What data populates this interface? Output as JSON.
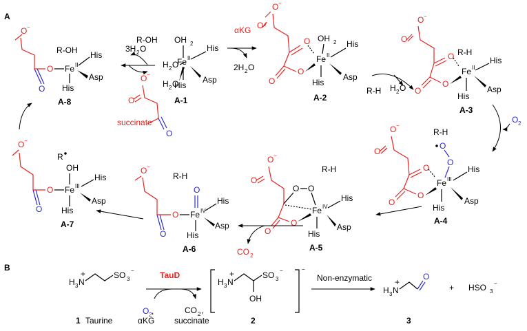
{
  "panel_a": {
    "label": "A",
    "A1": {
      "label": "A-1",
      "fe": "Fe",
      "ox": "II",
      "l1": "OH",
      "l1s": "2",
      "l2": "H",
      "l2s": "2",
      "l2b": "O",
      "l3": "H",
      "l3s": "2",
      "l3b": "O",
      "his1": "His",
      "his2": "His",
      "asp": "Asp"
    },
    "A2": {
      "label": "A-2",
      "fe": "Fe",
      "ox": "II",
      "oh": "OH",
      "ohs": "2",
      "his1": "His",
      "his2": "His",
      "asp": "Asp",
      "o1": "O",
      "o2": "O",
      "o3": "O",
      "o4": "O",
      "o5": "O"
    },
    "A3": {
      "label": "A-3",
      "fe": "Fe",
      "ox": "II",
      "rh": "R-H",
      "his1": "His",
      "his2": "His",
      "asp": "Asp",
      "o1": "O",
      "o2": "O",
      "o3": "O",
      "o4": "O",
      "o5": "O"
    },
    "A4": {
      "label": "A-4",
      "fe": "Fe",
      "ox": "III",
      "rh": "R-H",
      "his1": "His",
      "his2": "His",
      "asp": "Asp",
      "o1": "O",
      "o2": "O",
      "o3": "O",
      "o4": "O",
      "o5": "O",
      "o6": "O",
      "o7": "O"
    },
    "A5": {
      "label": "A-5",
      "fe": "Fe",
      "ox": "IV",
      "rh": "R-H",
      "his1": "His",
      "his2": "His",
      "asp": "Asp",
      "o1": "O",
      "o2": "O",
      "o3": "O",
      "o4": "O",
      "o5": "O",
      "o6": "O"
    },
    "A6": {
      "label": "A-6",
      "fe": "Fe",
      "ox": "IV",
      "rh": "R-H",
      "his1": "His",
      "his2": "His",
      "asp": "Asp",
      "o1": "O",
      "o2": "O",
      "o3": "O",
      "o4": "O"
    },
    "A7": {
      "label": "A-7",
      "fe": "Fe",
      "ox": "III",
      "r": "R",
      "oh": "OH",
      "his1": "His",
      "his2": "His",
      "asp": "Asp",
      "o1": "O",
      "o2": "O",
      "o3": "O"
    },
    "A8": {
      "label": "A-8",
      "fe": "Fe",
      "ox": "II",
      "roh": "R-OH",
      "his1": "His",
      "his2": "His",
      "asp": "Asp",
      "o1": "O",
      "o2": "O",
      "o3": "O"
    },
    "arrows": {
      "w3h2o": "3H",
      "w3h2o_s": "2",
      "w3h2o_o": "O",
      "roh": "R-OH",
      "akg": "αKG",
      "w2h2o": "2H",
      "w2h2o_s": "2",
      "w2h2o_o": "O",
      "rh": "R-H",
      "h2o": "H",
      "h2o_s": "2",
      "h2o_o": "O",
      "o2": "O",
      "o2_s": "2",
      "co2": "CO",
      "co2_s": "2",
      "succinate": "succinate",
      "succ_o1": "O",
      "succ_o2": "O",
      "succ_o3": "O"
    }
  },
  "panel_b": {
    "label": "B",
    "taurine_h3n": "H",
    "taurine_3": "3",
    "taurine_n": "N",
    "taurine_so3": "SO",
    "taurine_so3_s": "3",
    "taurine_num": "1",
    "taurine_name": "Taurine",
    "enzyme": "TauD",
    "o2": "O",
    "o2_s": "2",
    "o2_comma": ",",
    "akg": "αKG",
    "co2": "CO",
    "co2_s": "2",
    "co2_comma": ",",
    "succinate": "succinate",
    "int_so3": "SO",
    "int_so3_s": "3",
    "int_oh": "OH",
    "int_num": "2",
    "nonenz": "Non-enzymatic",
    "prod_o": "O",
    "prod_num": "3",
    "plus": "+",
    "hso3": "HSO",
    "hso3_s": "3"
  }
}
